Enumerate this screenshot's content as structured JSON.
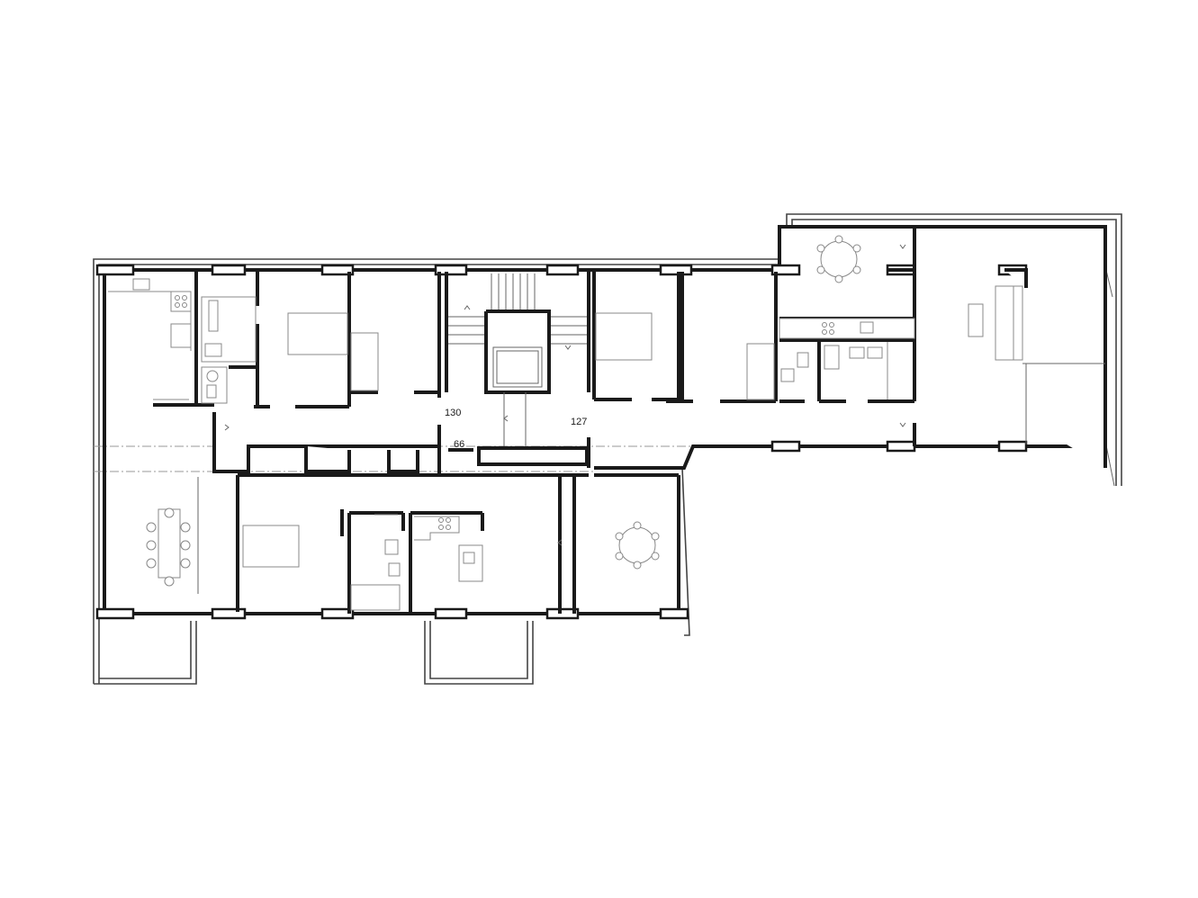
{
  "drawing": {
    "line_color": "#1a1a1a",
    "furniture_color": "#888888",
    "background": "#ffffff"
  },
  "dimensions": {
    "corridor_width_left": "130",
    "corridor_width_right": "127",
    "passage_width": "66"
  },
  "symbols": {
    "dining_table": "dining-table-icon",
    "round_table": "round-table-icon",
    "bed": "bed-icon",
    "stove": "cooktop-icon",
    "sink": "sink-icon",
    "toilet": "toilet-icon",
    "bathtub": "bathtub-icon",
    "stairs": "stairs-icon",
    "elevator": "elevator-icon"
  }
}
